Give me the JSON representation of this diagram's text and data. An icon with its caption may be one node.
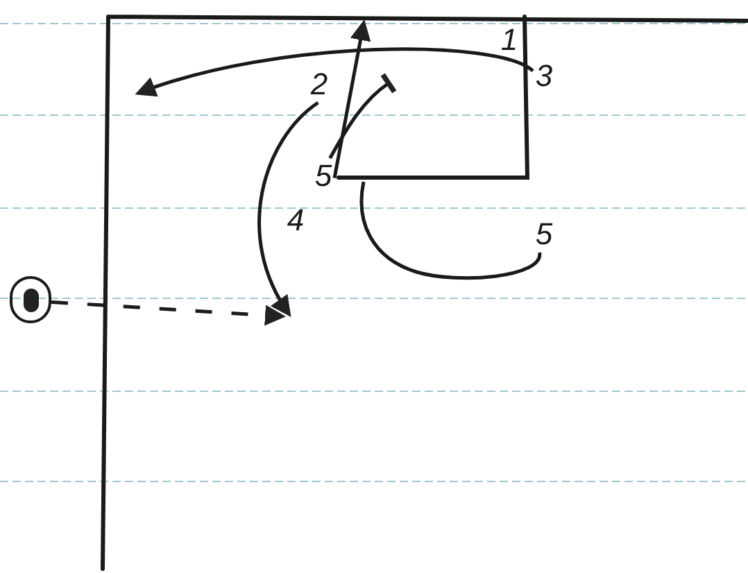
{
  "diagram": {
    "nodes": [
      {
        "text": [
          "1"
        ]
      },
      {
        "text": [
          "2"
        ]
      },
      {
        "text": [
          "3"
        ]
      },
      {
        "text": [
          "5"
        ]
      },
      {
        "text": [
          "4"
        ]
      },
      {
        "text": [
          "5"
        ]
      },
      {
        "text": [],
        "shape": "circle"
      }
    ],
    "edges": [
      {
        "from": 2,
        "to": null,
        "arrow": "to"
      },
      {
        "from": 1,
        "to": null,
        "arrow": "to"
      },
      {
        "from": 6,
        "to": null,
        "arrow": "to",
        "style": "dashed"
      },
      {
        "from": 3,
        "to": null,
        "arrow": "other"
      },
      {
        "from": 3,
        "to": null,
        "arrow": "to"
      },
      {
        "from": 5,
        "to": null,
        "arrow": "none"
      }
    ]
  }
}
